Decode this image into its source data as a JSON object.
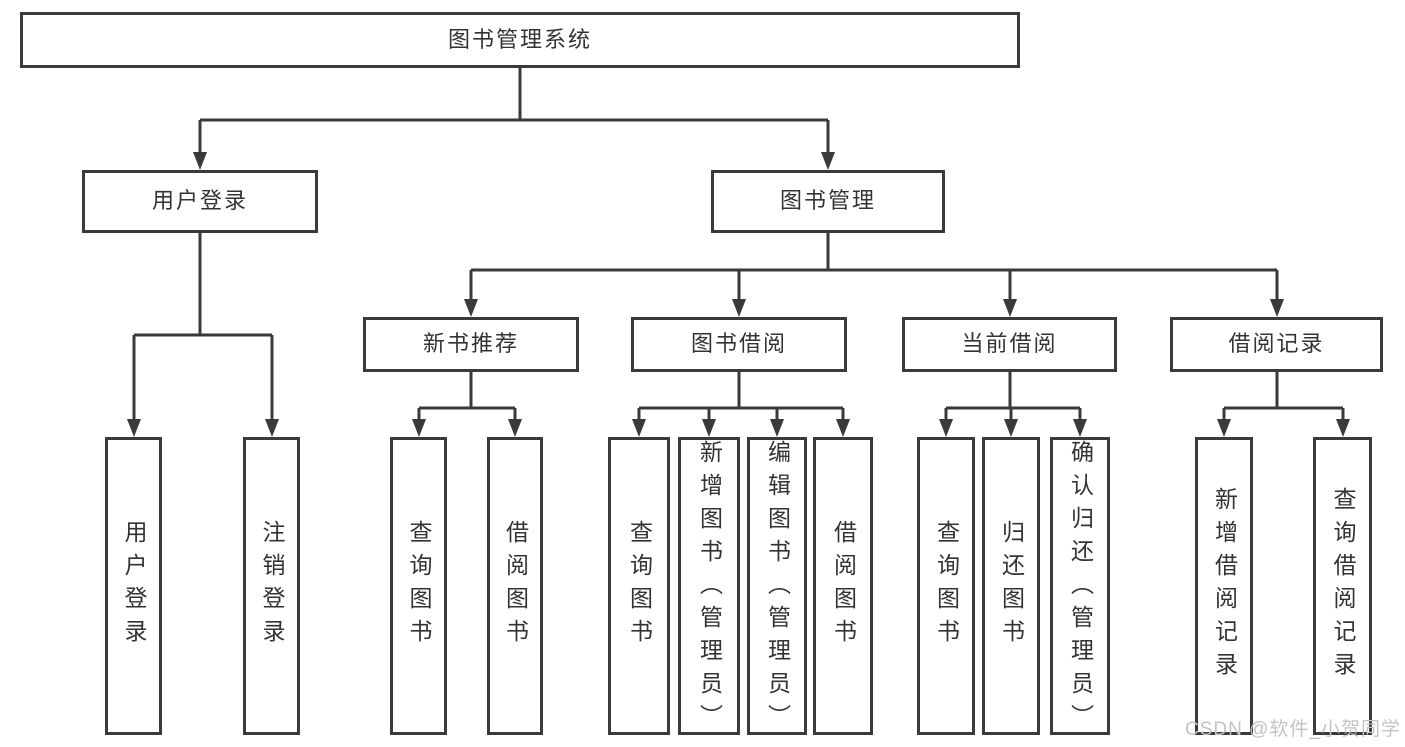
{
  "diagram": {
    "type": "hierarchy-tree",
    "orientation": "top-down",
    "colors": {
      "line": "#3a3a3a",
      "box_border": "#3a3a3a",
      "text": "#333333",
      "background": "#ffffff",
      "watermark": "#c3c3c3"
    }
  },
  "tree": {
    "root": {
      "label": "图书管理系统",
      "children": [
        {
          "label": "用户登录",
          "children": [
            {
              "label": "用户登录"
            },
            {
              "label": "注销登录"
            }
          ]
        },
        {
          "label": "图书管理",
          "children": [
            {
              "label": "新书推荐",
              "children": [
                {
                  "label": "查询图书"
                },
                {
                  "label": "借阅图书"
                }
              ]
            },
            {
              "label": "图书借阅",
              "children": [
                {
                  "label": "查询图书"
                },
                {
                  "label": "新增图书（管理员）"
                },
                {
                  "label": "编辑图书（管理员）"
                },
                {
                  "label": "借阅图书"
                }
              ]
            },
            {
              "label": "当前借阅",
              "children": [
                {
                  "label": "查询图书"
                },
                {
                  "label": "归还图书"
                },
                {
                  "label": "确认归还（管理员）"
                }
              ]
            },
            {
              "label": "借阅记录",
              "children": [
                {
                  "label": "新增借阅记录"
                },
                {
                  "label": "查询借阅记录"
                }
              ]
            }
          ]
        }
      ]
    }
  },
  "watermark": {
    "text": "CSDN @软件_小贺同学"
  }
}
